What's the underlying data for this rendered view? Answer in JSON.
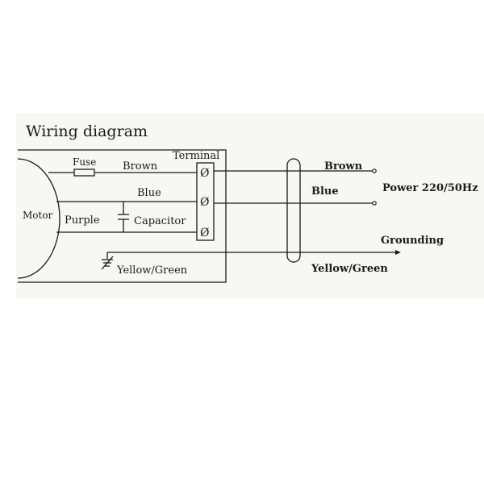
{
  "diagram": {
    "title": "Wiring diagram",
    "labels": {
      "terminal": "Terminal",
      "fuse": "Fuse",
      "motor": "Motor",
      "brown_inner": "Brown",
      "blue_inner": "Blue",
      "purple": "Purple",
      "capacitor": "Capacitor",
      "yellow_green_inner": "Yellow/Green",
      "brown_outer": "Brown",
      "blue_outer": "Blue",
      "power": "Power 220/50Hz",
      "grounding": "Grounding",
      "yellow_green_outer": "Yellow/Green"
    },
    "terminal_symbol": "Ø",
    "colors": {
      "ink": "#1a1a1a",
      "background": "#ffffff",
      "paper": "#f7f7f5"
    }
  }
}
